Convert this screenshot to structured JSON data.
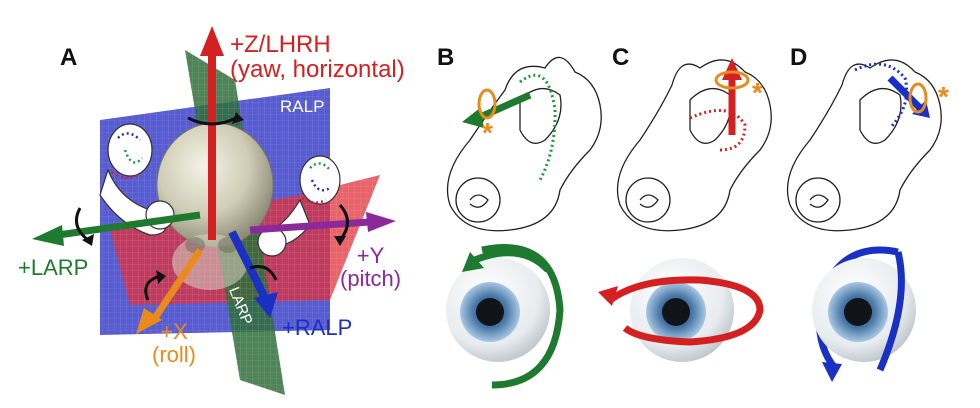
{
  "panels": {
    "a": "A",
    "b": "B",
    "c": "C",
    "d": "D"
  },
  "axes": {
    "z_line1": "+Z/LHRH",
    "z_line2": "(yaw, horizontal)",
    "y_line1": "+Y",
    "y_line2": "(pitch)",
    "x_line1": "+X",
    "x_line2": "(roll)",
    "larp": "+LARP",
    "ralp": "+RALP"
  },
  "planes": {
    "ralp": "RALP",
    "z": "Z",
    "larp": "LARP"
  },
  "marker": "*",
  "colors": {
    "z_axis": "#d42020",
    "y_axis": "#8a2a9a",
    "x_axis": "#e98a1c",
    "larp_axis": "#1e7a2e",
    "ralp_axis": "#1a2fc4",
    "ralp_plane": "#3a3fc8",
    "z_plane": "#e0303a",
    "larp_plane": "#2f6e3a"
  }
}
